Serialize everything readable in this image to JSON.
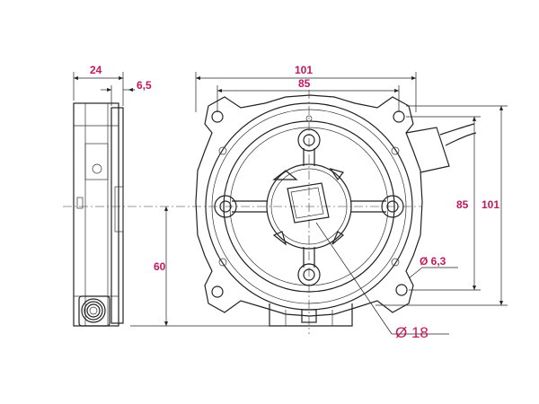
{
  "dimensions": {
    "side_width": "24",
    "side_offset": "6,5",
    "outer_width": "101",
    "hole_spacing_width": "85",
    "hole_spacing_height": "85",
    "outer_height": "101",
    "center_height": "60",
    "hole_diameter": "Ø 6,3",
    "bore_diameter": "Ø 18"
  },
  "colors": {
    "dimension_text": "#c2185b",
    "lines": "#222222"
  }
}
